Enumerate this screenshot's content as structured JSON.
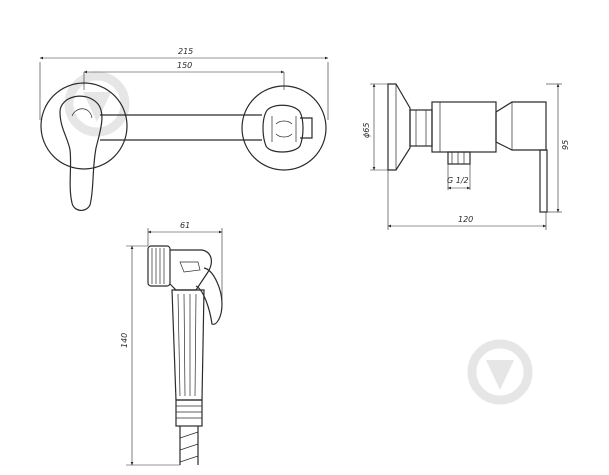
{
  "title": "",
  "drawing": {
    "front_view": {
      "overall_width": "215",
      "center_distance": "150"
    },
    "side_view": {
      "flange_diameter": "ϕ65",
      "height": "95",
      "depth": "120",
      "thread": "G 1/2"
    },
    "hand_shower": {
      "width": "61",
      "length": "140"
    }
  }
}
